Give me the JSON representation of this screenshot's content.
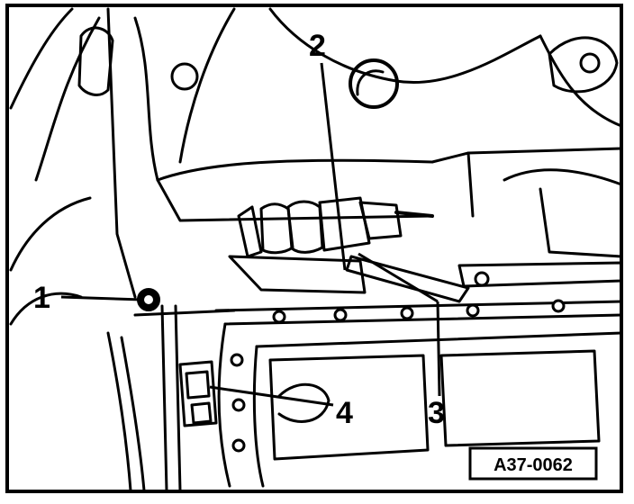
{
  "figure": {
    "callouts": [
      {
        "id": "1",
        "label": "1"
      },
      {
        "id": "2",
        "label": "2"
      },
      {
        "id": "3",
        "label": "3"
      },
      {
        "id": "4",
        "label": "4"
      }
    ],
    "reference_code": "A37-0062"
  }
}
